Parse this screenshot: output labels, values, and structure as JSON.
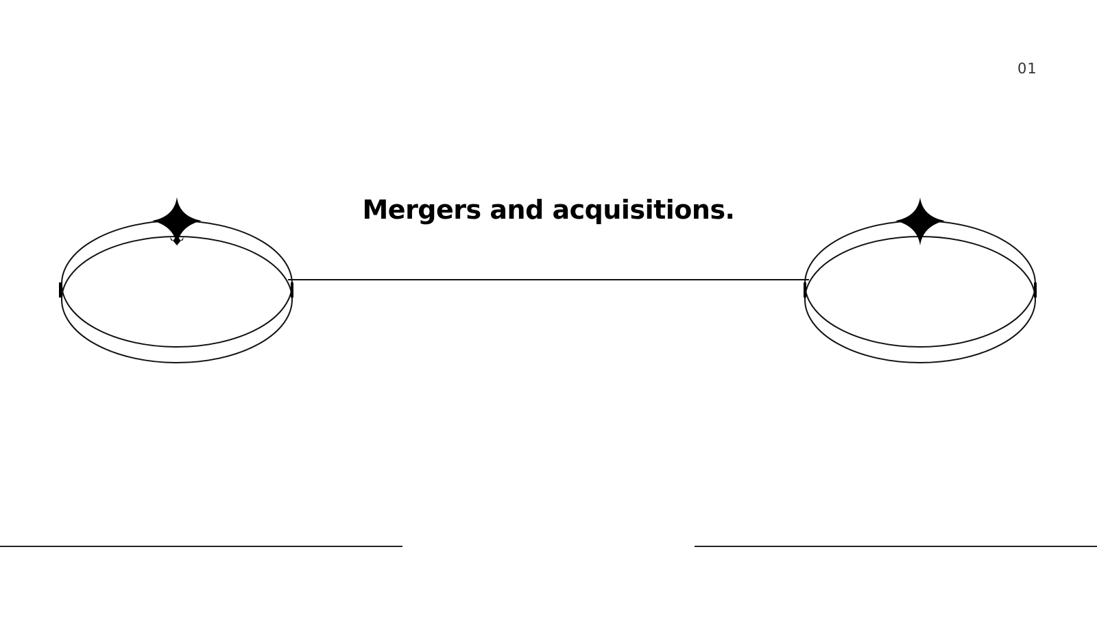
{
  "slide": {
    "page_number": "01",
    "title": "Mergers and acquisitions.",
    "colors": {
      "background": "#ffffff",
      "ink": "#000000",
      "page_number": "#333333"
    },
    "decorations": {
      "left_node_icon": "four-point-star-ring",
      "right_node_icon": "four-point-star-ring",
      "connector": "horizontal-line",
      "footer_rules": 2
    }
  }
}
